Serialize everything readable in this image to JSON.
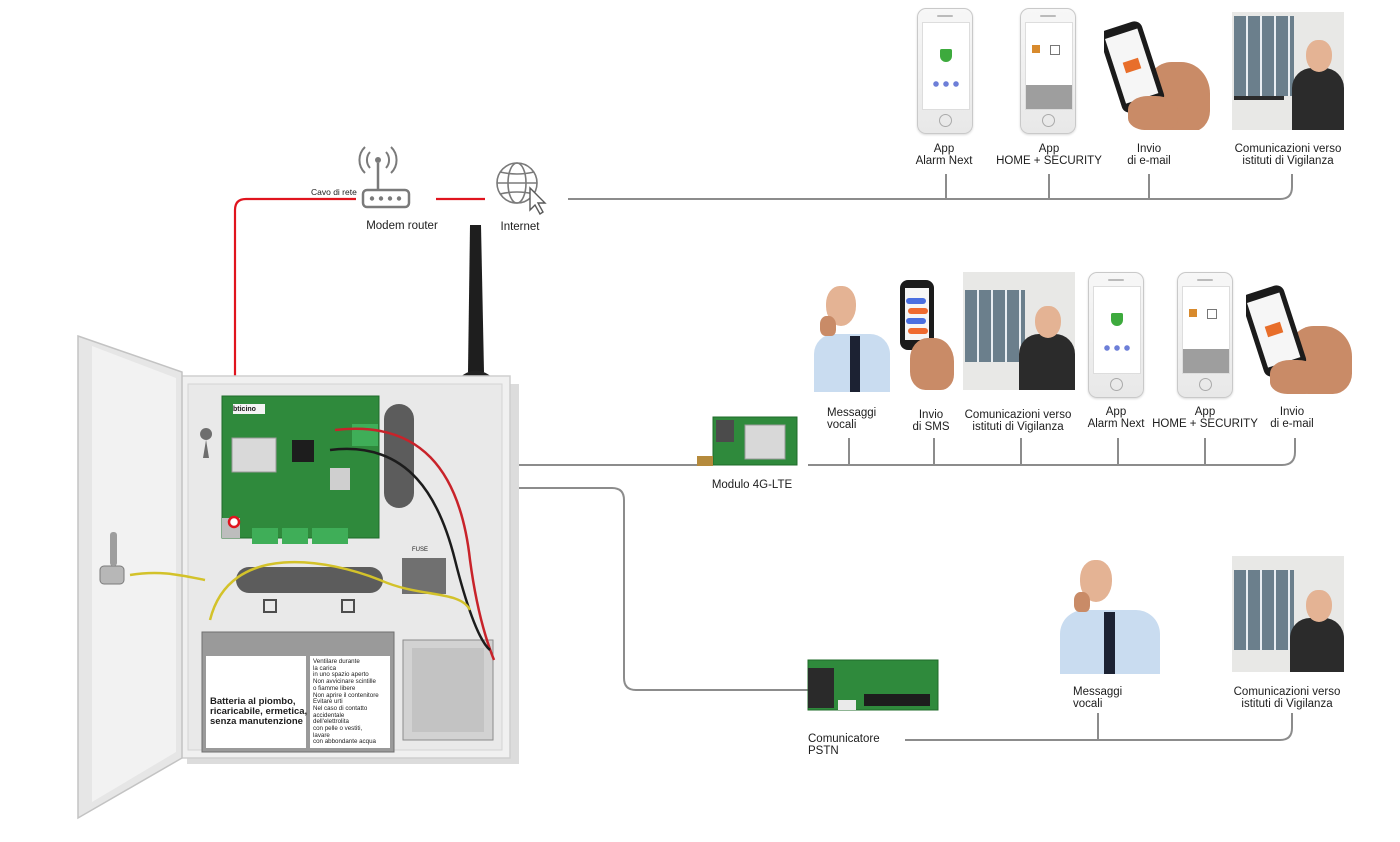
{
  "labels": {
    "cable": "Cavo di rete",
    "modem": "Modem router",
    "internet": "Internet",
    "module_4g": "Modulo 4G-LTE",
    "pstn_line1": "Comunicatore",
    "pstn_line2": "PSTN"
  },
  "internet_row": [
    {
      "line1": "App",
      "line2": "Alarm Next"
    },
    {
      "line1": "App",
      "line2": "HOME + SECURITY"
    },
    {
      "line1": "Invio",
      "line2": "di e-mail"
    },
    {
      "line1": "Comunicazioni verso",
      "line2": "istituti di Vigilanza"
    }
  ],
  "lte_row": [
    {
      "line1": "Messaggi",
      "line2": "vocali"
    },
    {
      "line1": "Invio",
      "line2": "di SMS"
    },
    {
      "line1": "Comunicazioni verso",
      "line2": "istituti di Vigilanza"
    },
    {
      "line1": "App",
      "line2": "Alarm Next"
    },
    {
      "line1": "App",
      "line2": "HOME + SECURITY"
    },
    {
      "line1": "Invio",
      "line2": "di e-mail"
    }
  ],
  "pstn_row": [
    {
      "line1": "Messaggi",
      "line2": "vocali"
    },
    {
      "line1": "Comunicazioni verso",
      "line2": "istituti di Vigilanza"
    }
  ],
  "battery": {
    "title_lines": [
      "Batteria al piombo,",
      "ricaricabile, ermetica,",
      "senza manutenzione"
    ],
    "warnings": [
      "Ventilare durante",
      "la carica",
      "in uno spazio aperto",
      "Non avvicinare scintille",
      "o fiamme libere",
      "Non aprire il contenitore",
      "Evitare urti",
      "Nel caso di contatto",
      "accidentale",
      "dell'elettrolita",
      "con pelle o vestiti,",
      "lavare",
      "con abbondante acqua"
    ]
  },
  "board_brand": "bticino",
  "fuse_label": "FUSE",
  "colors": {
    "cable": "#e0141e",
    "line": "#8c8c8c",
    "board": "#2f8a3c",
    "box": "#eeeeee"
  },
  "icons": [
    "antenna-icon",
    "router-icon",
    "globe-icon",
    "cursor-icon"
  ]
}
